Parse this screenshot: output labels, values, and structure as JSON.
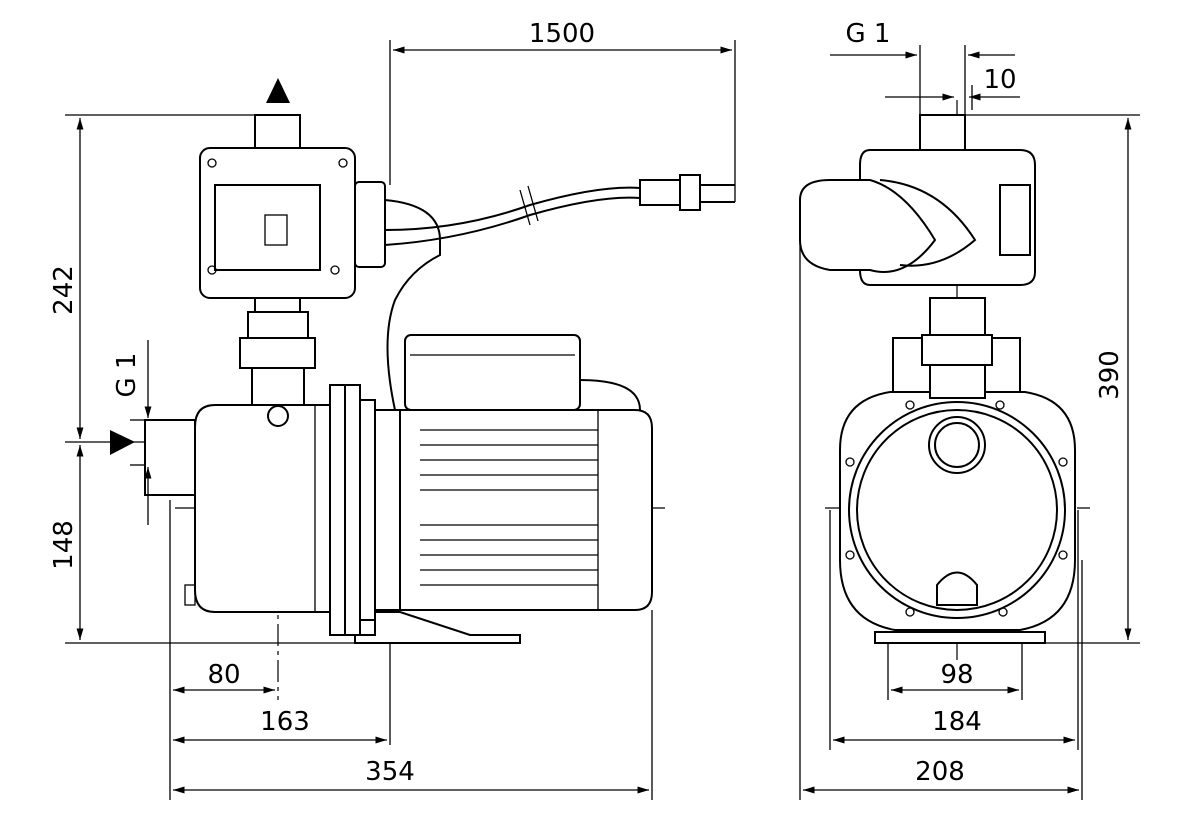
{
  "drawing": {
    "left_view": {
      "cable_length": "1500",
      "height_outlet": "242",
      "height_inlet": "148",
      "inlet_thread": "G 1",
      "inlet_offset": "80",
      "foot_offset": "163",
      "total_length": "354"
    },
    "right_view": {
      "outlet_thread": "G 1",
      "outlet_offset": "10",
      "total_height": "390",
      "foot_hole_spacing": "98",
      "foot_width": "184",
      "total_width": "208"
    }
  }
}
